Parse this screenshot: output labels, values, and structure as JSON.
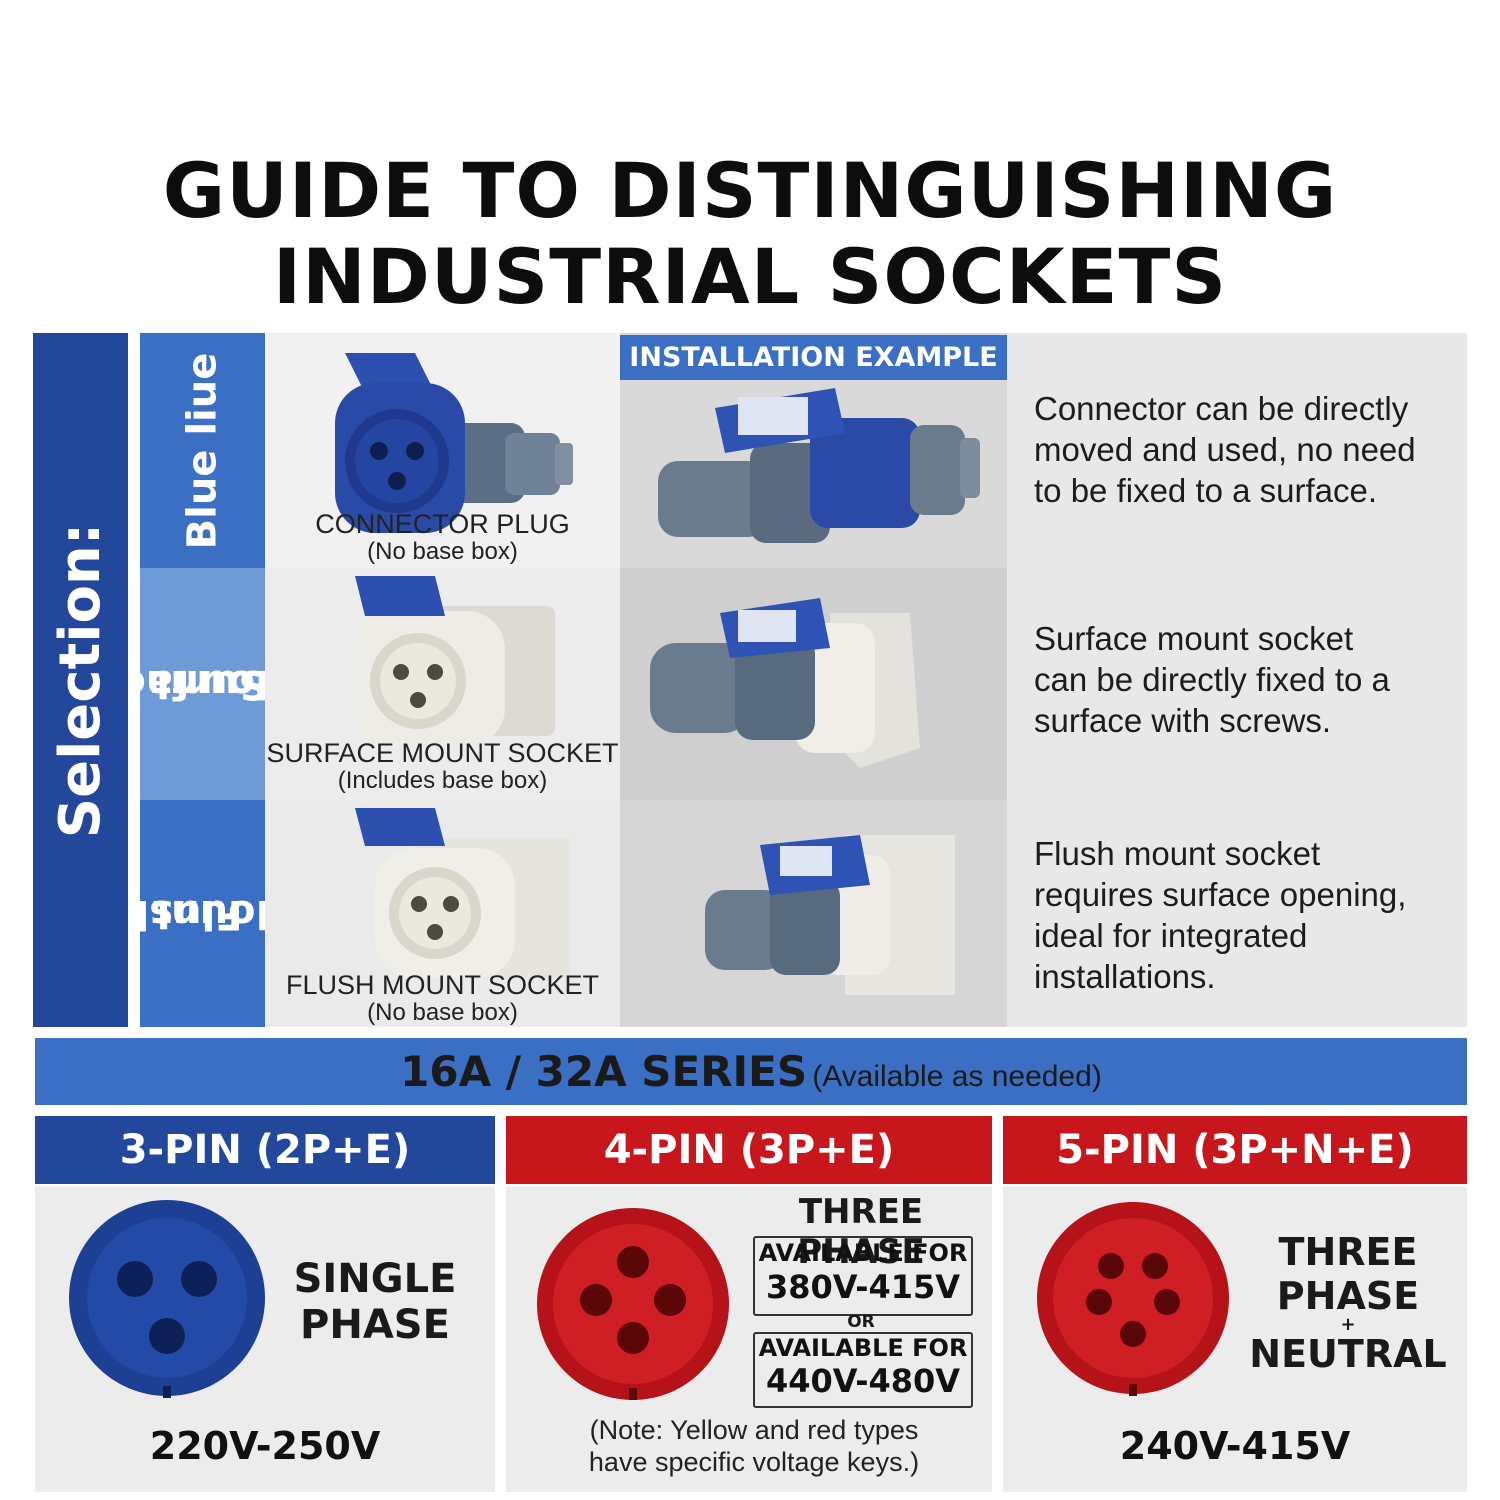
{
  "title": {
    "line1": "GUIDE TO DISTINGUISHING",
    "line2": "INDUSTRIAL SOCKETS"
  },
  "selection": {
    "label": "Selection:",
    "installation_tab": "INSTALLATION EXAMPLE",
    "rows": [
      {
        "label": "Blue liue",
        "product": "CONNECTOR PLUG",
        "product_sub": "(No base box)",
        "description": [
          "Connector can be directly",
          "moved and used, no need",
          "to be fixed to a surface."
        ]
      },
      {
        "label_line1": "Surface",
        "label_line2": "Mount",
        "product": "SURFACE MOUNT SOCKET",
        "product_sub": "(Includes base box)",
        "description": [
          "Surface mount socket",
          "can be directly fixed to a",
          "surface with screws."
        ]
      },
      {
        "label_line1": "Flush",
        "label_line2": "Mount",
        "product": "FLUSH MOUNT SOCKET",
        "product_sub": "(No base box)",
        "description": [
          "Flush mount socket",
          "requires surface opening,",
          "ideal for integrated",
          "installations."
        ]
      }
    ]
  },
  "series": {
    "main": "16A / 32A SERIES",
    "sub": "(Available as needed)"
  },
  "pins": [
    {
      "header": "3-PIN (2P+E)",
      "phase_line1": "SINGLE",
      "phase_line2": "PHASE",
      "voltage": "220V-250V",
      "color": "#23479a"
    },
    {
      "header": "4-PIN (3P+E)",
      "phase": "THREE PHASE",
      "opt1_label": "AVAILABLE FOR",
      "opt1_value": "380V-415V",
      "or": "OR",
      "opt2_label": "AVAILABLE FOR",
      "opt2_value": "440V-480V",
      "note_line1": "(Note: Yellow and red types",
      "note_line2": "have specific voltage keys.)",
      "color": "#c8161d"
    },
    {
      "header": "5-PIN (3P+N+E)",
      "phase_line1": "THREE",
      "phase_line2": "PHASE",
      "plus": "+",
      "phase_line3": "NEUTRAL",
      "voltage": "240V-415V",
      "color": "#c8161d"
    }
  ],
  "colors": {
    "navy": "#23479a",
    "blue": "#3a6fc4",
    "red": "#c8161d",
    "panel": "#ececec"
  }
}
